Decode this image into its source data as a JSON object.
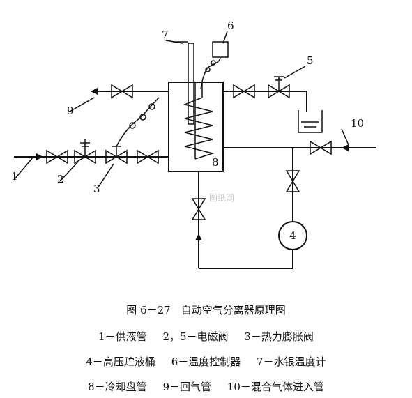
{
  "diagram": {
    "labels": {
      "n1": "1",
      "n2": "2",
      "n3": "3",
      "n4": "4",
      "n5": "5",
      "n6": "6",
      "n7": "7",
      "n8": "8",
      "n9": "9",
      "n10": "10"
    },
    "watermark": "图纸网"
  },
  "caption": {
    "title": "图 6－27　自动空气分离器原理图",
    "legend_row1": [
      "1－供液管",
      "2，5－电磁阀",
      "3－热力膨胀阀"
    ],
    "legend_row2": [
      "4－高压贮液桶",
      "6－温度控制器",
      "7－水银温度计"
    ],
    "legend_row3": [
      "8－冷却盘管",
      "9－回气管",
      "10－混合气体进入管"
    ]
  }
}
